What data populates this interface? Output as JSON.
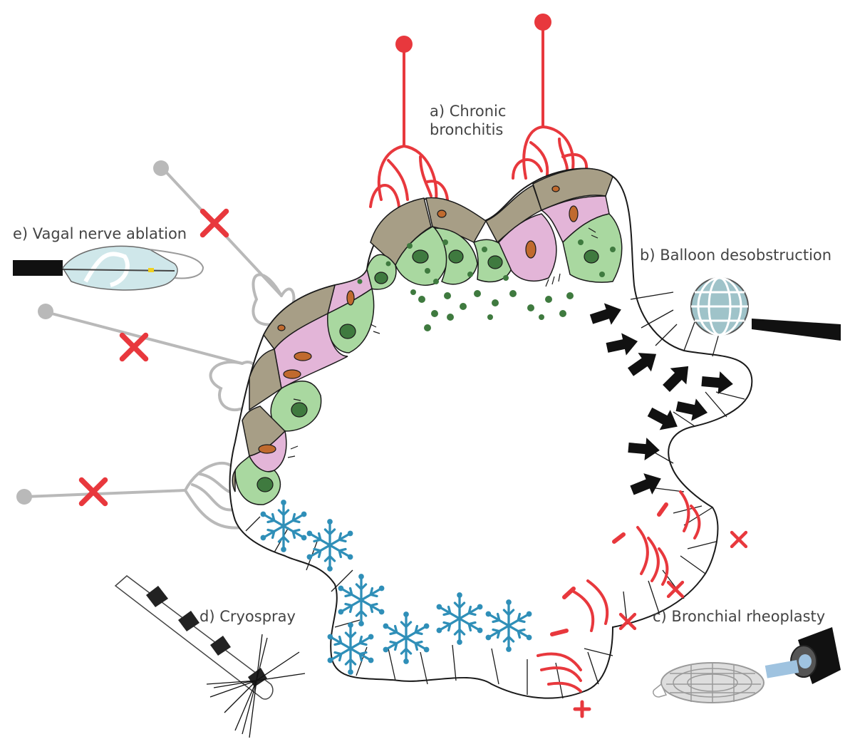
{
  "labels": {
    "chronic_bronchitis_line1": "a) Chronic",
    "chronic_bronchitis_line2": "bronchitis",
    "balloon_desobstruction": "b) Balloon desobstruction",
    "bronchial_rheoplasty": "c) Bronchial rheoplasty",
    "cryospray": "d) Cryospray",
    "vagal_nerve_ablation": "e) Vagal nerve ablation"
  },
  "colors": {
    "nerve_red": "#e8383d",
    "nerve_grey": "#b9b9b9",
    "goblet_green": "#a9d8a0",
    "goblet_nucleus": "#3f7a3f",
    "ciliated_pink": "#e3b5d8",
    "ciliated_nucleus": "#c06a2e",
    "basal_brown": "#a79e86",
    "snowflake_blue": "#2f8fb8",
    "balloon_blue": "#9fc3c9",
    "outline": "#1a1a1a"
  },
  "icons": [
    "red-x-mark-icon",
    "snowflake-icon",
    "black-arrow-icon",
    "red-minus-icon",
    "red-plus-icon",
    "mucus-droplet-icon"
  ]
}
